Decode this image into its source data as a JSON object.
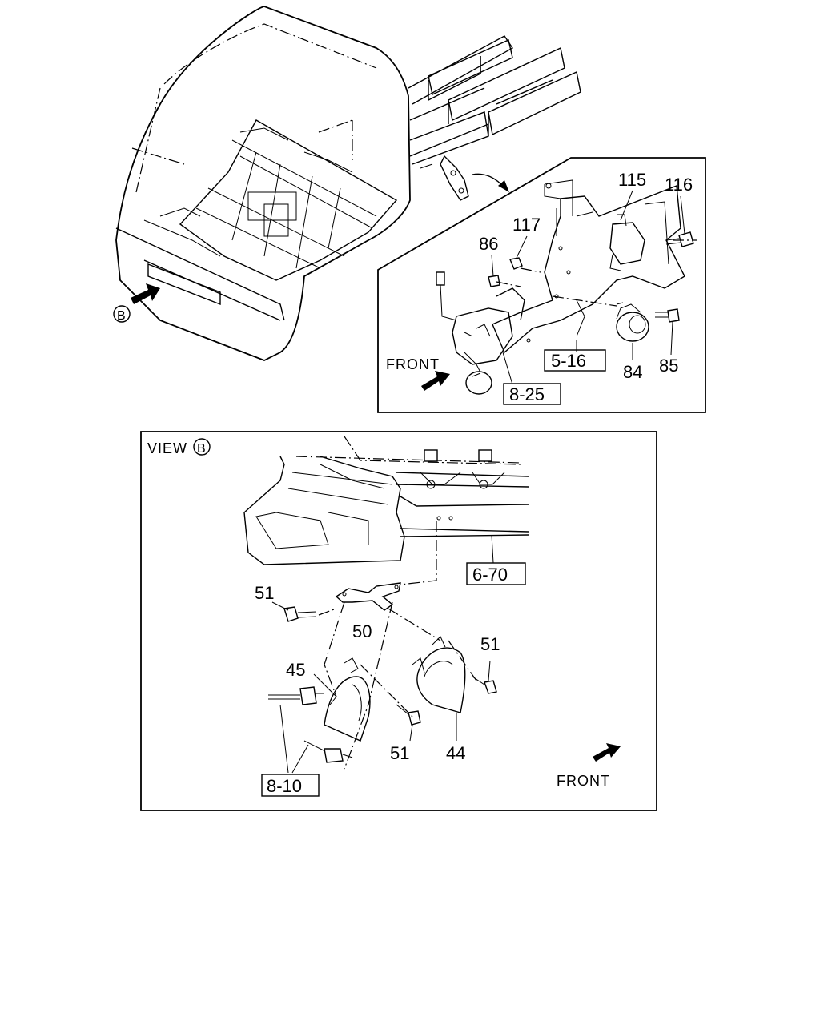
{
  "detail_top": {
    "callouts": [
      "115",
      "116",
      "117",
      "86",
      "84",
      "85"
    ],
    "refs": [
      "5-16",
      "8-25"
    ],
    "front_label": "FRONT"
  },
  "view_b": {
    "marker": "B",
    "view_label": "VIEW",
    "callouts": [
      "51",
      "50",
      "45",
      "51",
      "51",
      "44"
    ],
    "refs": [
      "6-70",
      "8-10"
    ],
    "front_label": "FRONT"
  }
}
